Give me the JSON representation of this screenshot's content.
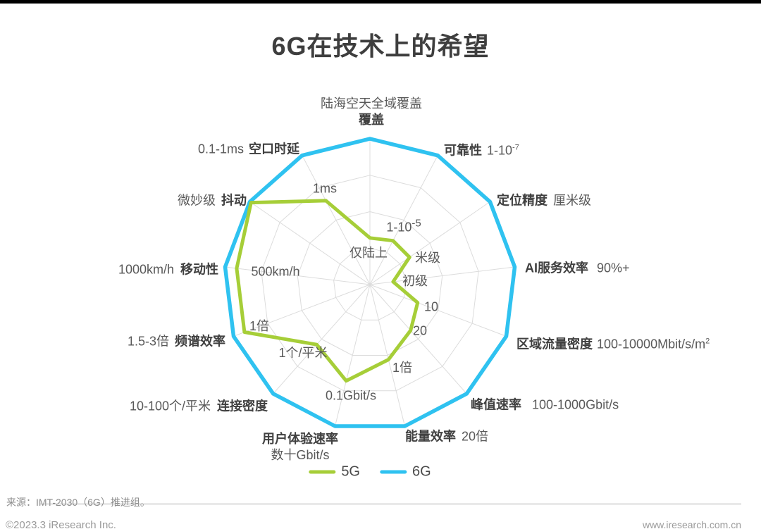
{
  "page": {
    "title": "6G在技术上的希望",
    "source_note": "来源：IMT-2030（6G）推进组。",
    "footer_left": "©2023.3 iResearch Inc.",
    "footer_right": "www.iresearch.com.cn"
  },
  "colors": {
    "series_5g": "#a6ce38",
    "series_6g": "#2fc2f0",
    "grid": "#dcdcdc",
    "axis_name_text": "#404040",
    "axis_value_text": "#595959"
  },
  "legend": [
    {
      "name": "5G",
      "color": "#a6ce38"
    },
    {
      "name": "6G",
      "color": "#2fc2f0"
    }
  ],
  "chart_data": {
    "type": "radar",
    "title": "6G在技术上的希望",
    "grid_ring_fractions": [
      0.25,
      0.5,
      0.75,
      1.0
    ],
    "legend_position": "bottom-center",
    "series": [
      {
        "name": "5G",
        "color": "#a6ce38",
        "values_key": "r_5g"
      },
      {
        "name": "6G",
        "color": "#2fc2f0",
        "values_key": "r_6g"
      }
    ],
    "axes": [
      {
        "name": "覆盖",
        "target_6g": "陆海空天全域覆盖",
        "label_5g": "仅陆上",
        "r_5g": 0.32,
        "r_6g": 1.0
      },
      {
        "name": "可靠性",
        "target_6g": "1-10",
        "target_6g_sup": "-7",
        "label_5g": "1-10",
        "label_5g_sup": "-5",
        "r_5g": 0.34,
        "r_6g": 1.0
      },
      {
        "name": "定位精度",
        "target_6g": "厘米级",
        "label_5g": "米级",
        "r_5g": 0.33,
        "r_6g": 1.0
      },
      {
        "name": "AI服务效率",
        "target_6g": "90%+",
        "label_5g": "初级",
        "r_5g": 0.16,
        "r_6g": 1.0
      },
      {
        "name": "区域流量密度",
        "target_6g": "100-10000Mbit/s/m",
        "target_6g_sup": "2",
        "label_5g": "10",
        "r_5g": 0.35,
        "r_6g": 1.0
      },
      {
        "name": "峰值速率",
        "target_6g": "100-1000Gbit/s",
        "label_5g": "20",
        "r_5g": 0.42,
        "r_6g": 1.0
      },
      {
        "name": "能量效率",
        "target_6g": "20倍",
        "label_5g": "1倍",
        "r_5g": 0.53,
        "r_6g": 1.0
      },
      {
        "name": "用户体验速率",
        "target_6g": "数十Gbit/s",
        "label_5g": "0.1Gbit/s",
        "r_5g": 0.68,
        "r_6g": 1.0
      },
      {
        "name": "连接密度",
        "target_6g": "10-100个/平米",
        "label_5g": "1个/平米",
        "r_5g": 0.55,
        "r_6g": 1.0
      },
      {
        "name": "频谱效率",
        "target_6g": "1.5-3倍",
        "label_5g": "1倍",
        "r_5g": 0.92,
        "r_6g": 1.0
      },
      {
        "name": "移动性",
        "target_6g": "1000km/h",
        "label_5g": "500km/h",
        "r_5g": 0.92,
        "r_6g": 1.0
      },
      {
        "name": "抖动",
        "target_6g": "微妙级",
        "label_5g": null,
        "r_5g": 0.99,
        "r_6g": 1.0
      },
      {
        "name": "空口时延",
        "target_6g": "0.1-1ms",
        "label_5g": "1ms",
        "r_5g": 0.65,
        "r_6g": 1.0
      }
    ]
  }
}
